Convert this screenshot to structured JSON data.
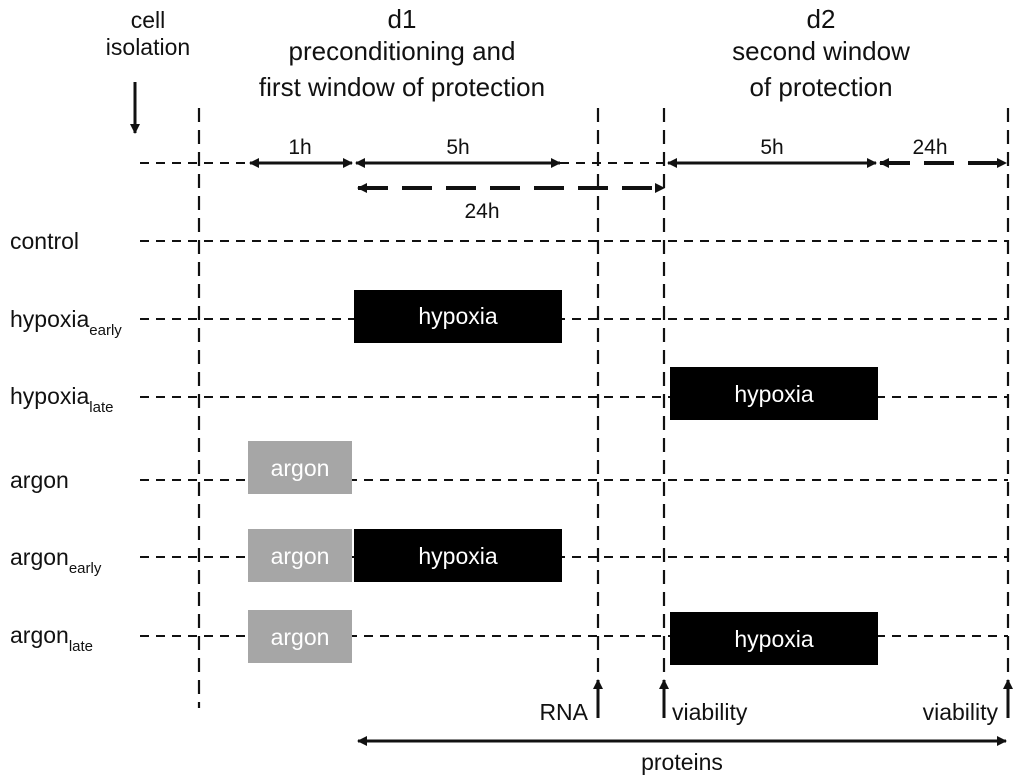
{
  "header": {
    "cell_isolation": [
      "cell",
      "isolation"
    ],
    "d1": [
      "d1",
      "preconditioning and",
      "first window of protection"
    ],
    "d2": [
      "d2",
      "second window",
      "of protection"
    ]
  },
  "durations": {
    "one_hour": "1h",
    "five_hours_d1": "5h",
    "twenty_four_hours_d1": "24h",
    "five_hours_d2": "5h",
    "twenty_four_hours_d2": "24h"
  },
  "rows": {
    "control": {
      "label": "control",
      "sub": ""
    },
    "hypoxia_early": {
      "label": "hypoxia",
      "sub": "early"
    },
    "hypoxia_late": {
      "label": "hypoxia",
      "sub": "late"
    },
    "argon": {
      "label": "argon",
      "sub": ""
    },
    "argon_early": {
      "label": "argon",
      "sub": "early"
    },
    "argon_late": {
      "label": "argon",
      "sub": "late"
    }
  },
  "boxes": {
    "hypoxia": "hypoxia",
    "argon": "argon"
  },
  "markers": {
    "rna": "RNA",
    "viability_1": "viability",
    "viability_2": "viability",
    "proteins": "proteins"
  },
  "colors": {
    "hypoxia_box": "#000000",
    "argon_box": "#a6a6a6",
    "line": "#111111"
  }
}
